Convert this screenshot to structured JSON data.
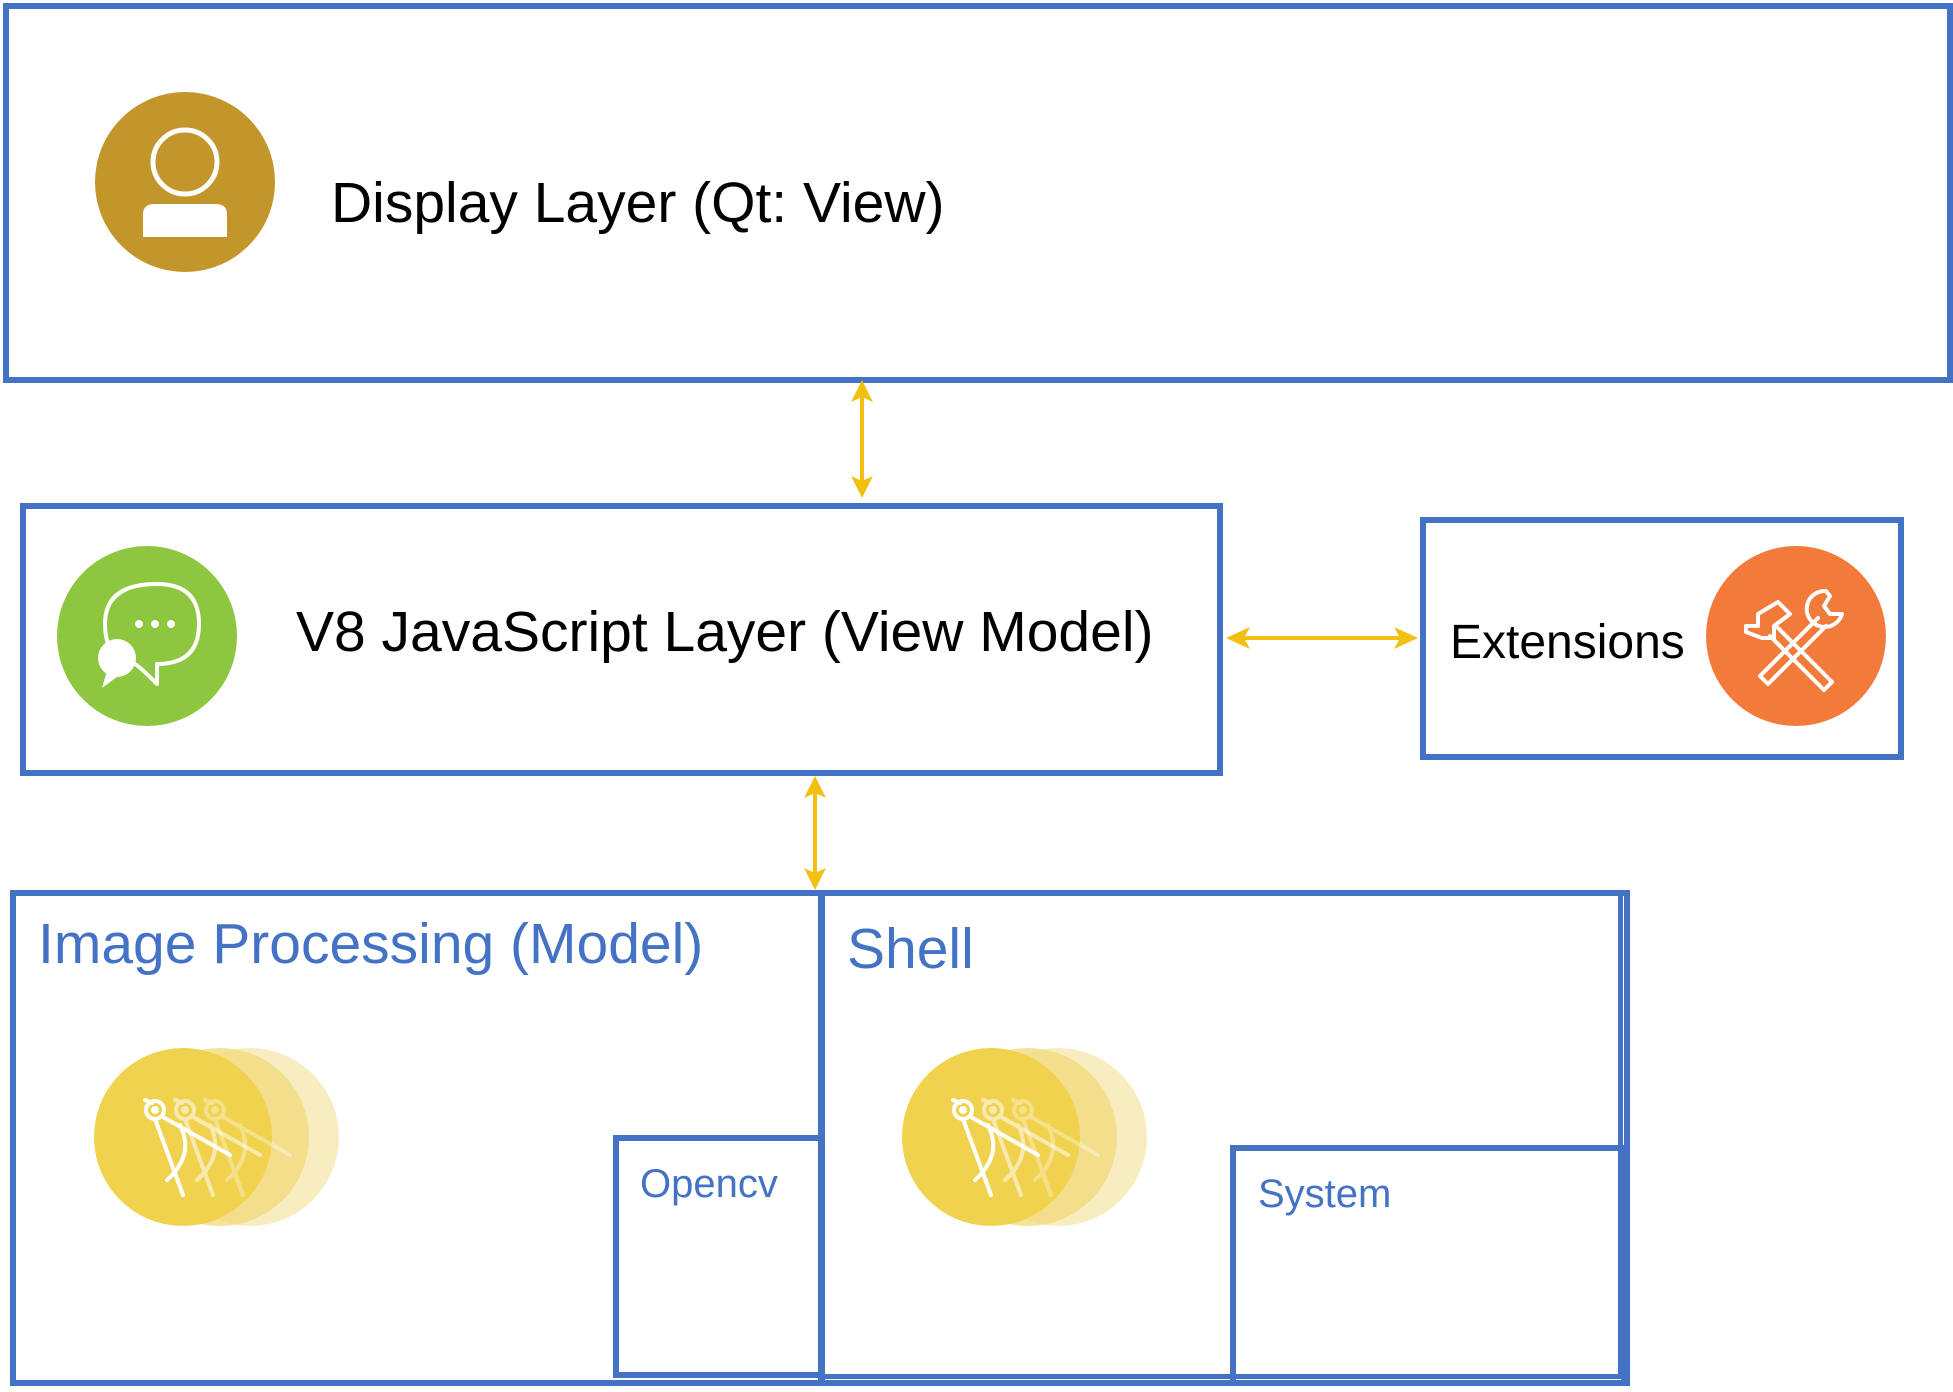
{
  "diagram": {
    "display_layer": {
      "label": "Display Layer (Qt: View)",
      "icon": "user-icon"
    },
    "v8_layer": {
      "label": "V8 JavaScript Layer (View Model)",
      "icon": "chat-bubbles-icon"
    },
    "extensions": {
      "label": "Extensions",
      "icon": "tools-icon"
    },
    "image_processing": {
      "label": "Image Processing (Model)",
      "icon": "drafting-compass-icon"
    },
    "opencv": {
      "label": "Opencv"
    },
    "shell": {
      "label": "Shell",
      "icon": "drafting-compass-icon"
    },
    "system": {
      "label": "System"
    },
    "arrows": [
      {
        "from": "display_layer",
        "to": "v8_layer",
        "direction": "both"
      },
      {
        "from": "v8_layer",
        "to": "extensions",
        "direction": "both"
      },
      {
        "from": "v8_layer",
        "to": "image_processing",
        "direction": "both"
      }
    ],
    "colors": {
      "box_border": "#4472C4",
      "arrow": "#F2C010",
      "user_circle": "#C3962B",
      "chat_circle": "#8DC63F",
      "tools_circle": "#F27A3A",
      "compass_circle": "#F0D24E"
    }
  }
}
